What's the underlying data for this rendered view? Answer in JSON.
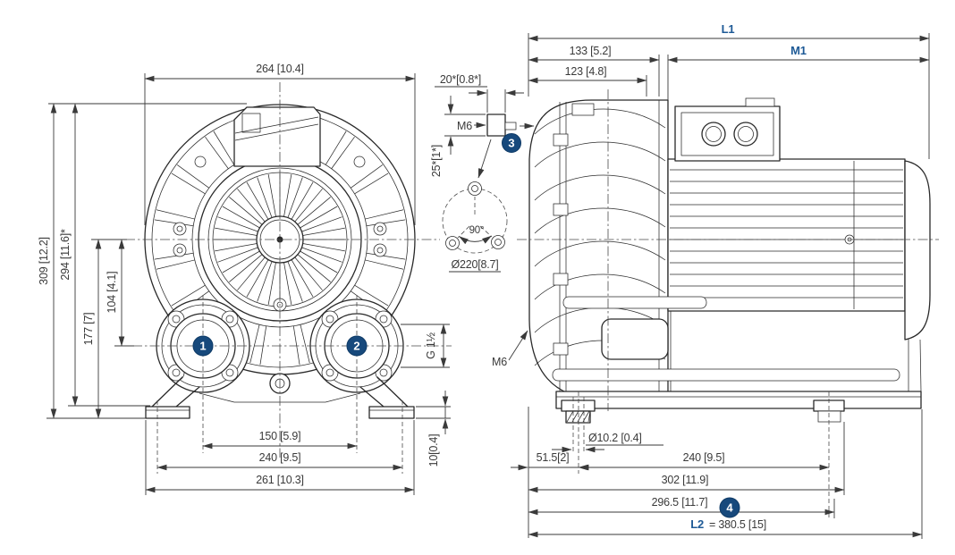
{
  "colors": {
    "accent_blue": "#1e5a96",
    "marker_blue": "#17497c",
    "line": "#2a2a2a"
  },
  "front_view": {
    "dim_width_overall": "264 [10.4]",
    "dim_height_overall": "309 [12.2]",
    "dim_height_housing": "294 [11.6]*",
    "dim_axis_to_base": "177 [7]",
    "dim_axis_to_ports": "104 [4.1]",
    "dim_port_spacing": "150 [5.9]",
    "dim_foot_holes": "240 [9.5]",
    "dim_base_width": "261 [10.3]",
    "dim_foot_height": "10[0.4]",
    "port_thread": "G 1½",
    "marker_port_1": "1",
    "marker_port_2": "2"
  },
  "flange_detail": {
    "dim_stud_length": "20*[0.8*]",
    "thread_label": "M6",
    "dim_stud_height": "25*[1*]",
    "marker_stud": "3",
    "angle_label": "90°",
    "dim_bolt_circle": "Ø220[8.7]"
  },
  "side_view": {
    "dim_l1": "L1",
    "dim_front_section": "133 [5.2]",
    "dim_m1": "M1",
    "dim_housing_depth": "123 [4.8]",
    "thread_label": "M6",
    "dim_foot_hole_dia": "Ø10.2 [0.4]",
    "dim_foot_offset": "51.5[2]",
    "dim_foot_holes": "240 [9.5]",
    "dim_base_length": "302 [11.9]",
    "dim_mount_length": "296.5 [11.7]",
    "marker_mount": "4",
    "dim_l2_label": "L2",
    "dim_l2_value": "= 380.5 [15]"
  }
}
